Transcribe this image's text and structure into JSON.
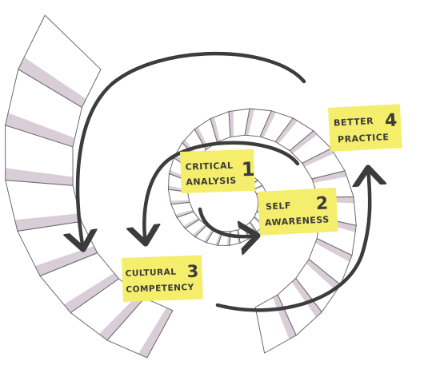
{
  "diagram": {
    "colors": {
      "sticky_note": "#f4ee6c",
      "ink": "#3c3c3c",
      "tile_shadow": "#d9ced8",
      "tile_line": "#6a6a6a"
    },
    "notes": [
      {
        "id": "critical-analysis",
        "line1": "CRITICAL",
        "line2": "ANALYSIS",
        "number": "1"
      },
      {
        "id": "self-awareness",
        "line1": "SELF",
        "line2": "AWARENESS",
        "number": "2"
      },
      {
        "id": "cultural-competency",
        "line1": "CULTURAL",
        "line2": "COMPETENCY",
        "number": "3"
      },
      {
        "id": "better-practice",
        "line1": "BETTER",
        "line2": "PRACTICE",
        "number": "4"
      }
    ]
  }
}
